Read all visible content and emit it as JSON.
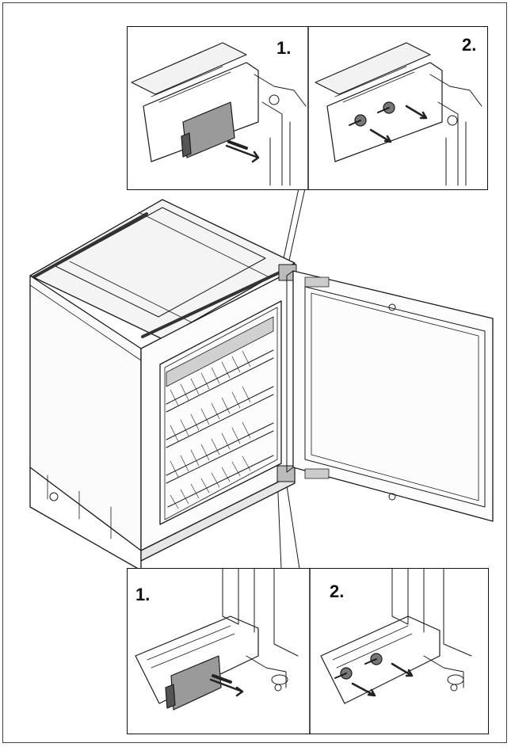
{
  "figure": {
    "top_panel": {
      "step1": "1.",
      "step2": "2."
    },
    "bottom_panel": {
      "step1": "1.",
      "step2": "2."
    }
  }
}
